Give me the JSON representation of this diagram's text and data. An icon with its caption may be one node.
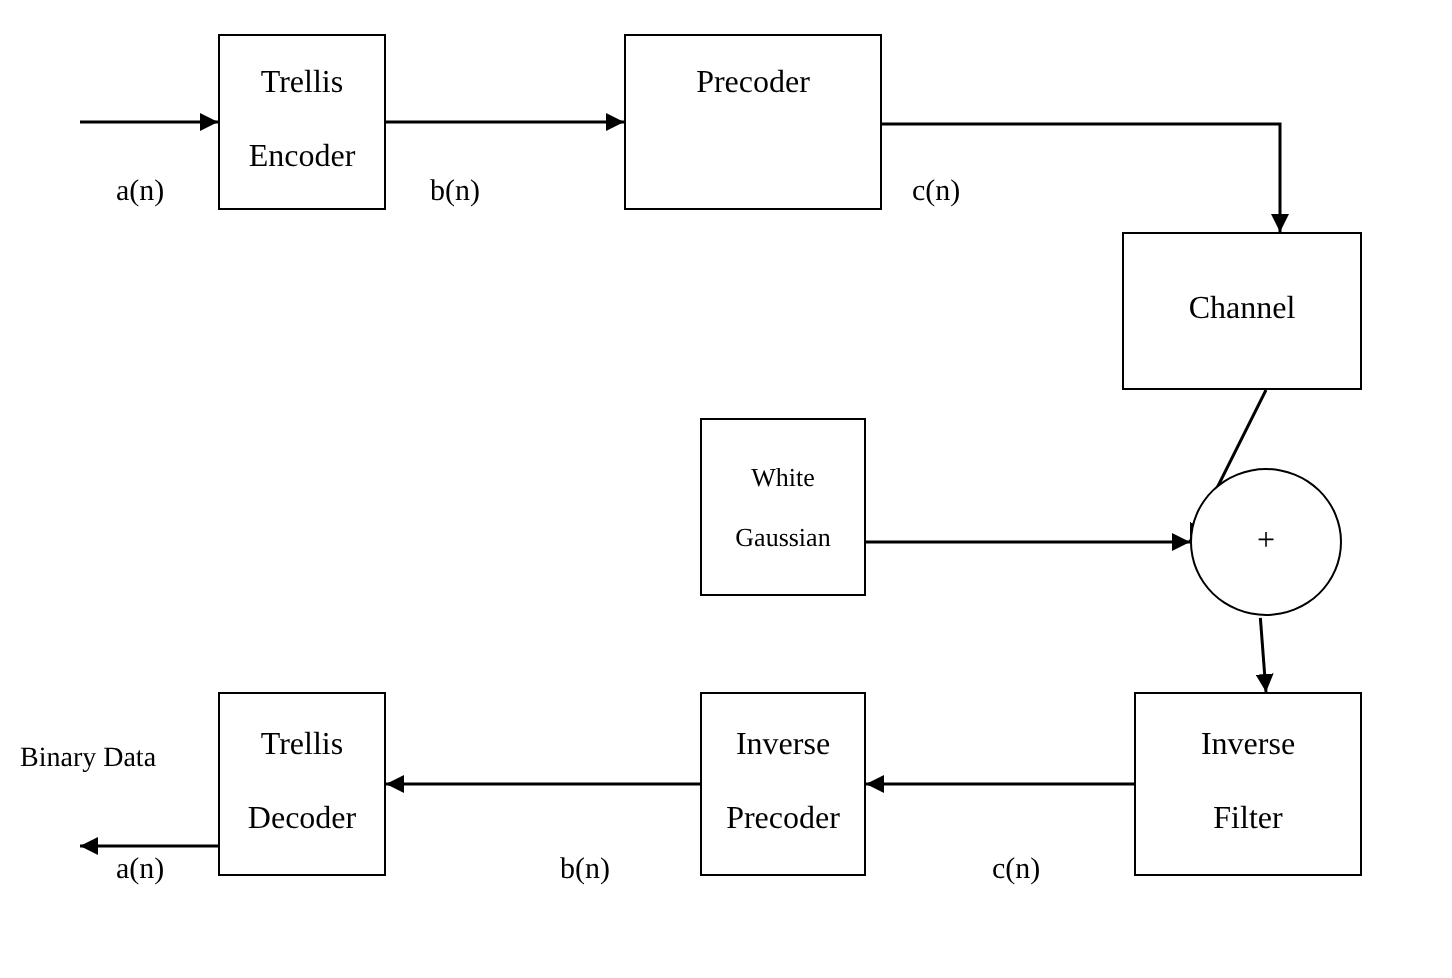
{
  "diagram": {
    "nodes": [
      {
        "text": [
          "Trellis Encoder"
        ]
      },
      {
        "text": [
          "Precoder"
        ]
      },
      {
        "text": [
          "Channel"
        ]
      },
      {
        "text": [
          "White Gaussian"
        ]
      },
      {
        "text": [
          "+"
        ]
      },
      {
        "text": [
          "Inverse Filter"
        ]
      },
      {
        "text": [
          "Inverse Precoder"
        ]
      },
      {
        "text": [
          "Trellis Decoder"
        ]
      }
    ],
    "edges": [
      {
        "from": null,
        "to": 0,
        "arrow": "to",
        "label": "a(n)"
      },
      {
        "from": 0,
        "to": 1,
        "arrow": "to",
        "label": "b(n)"
      },
      {
        "from": 1,
        "to": 2,
        "arrow": "to",
        "label": "c(n)"
      },
      {
        "from": 2,
        "to": 4,
        "arrow": "to"
      },
      {
        "from": 3,
        "to": 4,
        "arrow": "to"
      },
      {
        "from": 4,
        "to": 5,
        "arrow": "to"
      },
      {
        "from": 5,
        "to": 6,
        "arrow": "to",
        "label": "c(n)"
      },
      {
        "from": 6,
        "to": 7,
        "arrow": "to",
        "label": "b(n)"
      },
      {
        "from": 7,
        "to": null,
        "arrow": "to",
        "label": "a(n)"
      }
    ],
    "labels": [
      "Binary Data"
    ]
  }
}
